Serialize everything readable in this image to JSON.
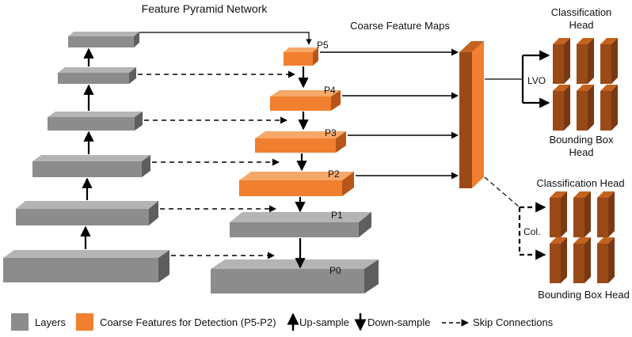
{
  "title": "Feature Pyramid Network",
  "coarse_feature_maps_label": "Coarse Feature Maps",
  "levels": {
    "P5": "P5",
    "P4": "P4",
    "P3": "P3",
    "P2": "P2",
    "P1": "P1",
    "P0": "P0"
  },
  "head_top": {
    "classification_label_line1": "Classification",
    "classification_label_line2": "Head",
    "bbox_label_line1": "Bounding Box",
    "bbox_label_line2": "Head",
    "merge_label": "LVO"
  },
  "head_bottom": {
    "classification_label": "Classification Head",
    "bbox_label": "Bounding Box Head",
    "merge_label": "Col."
  },
  "legend": {
    "layers": "Layers",
    "coarse": "Coarse Features for Detection (P5-P2)",
    "upsample": "Up-sample",
    "downsample": "Down-sample",
    "skip": "Skip Connections"
  },
  "colors": {
    "layer_gray": "#8c8c8c",
    "coarse_orange": "#f07f2f",
    "head_brown": "#9a4a17"
  }
}
